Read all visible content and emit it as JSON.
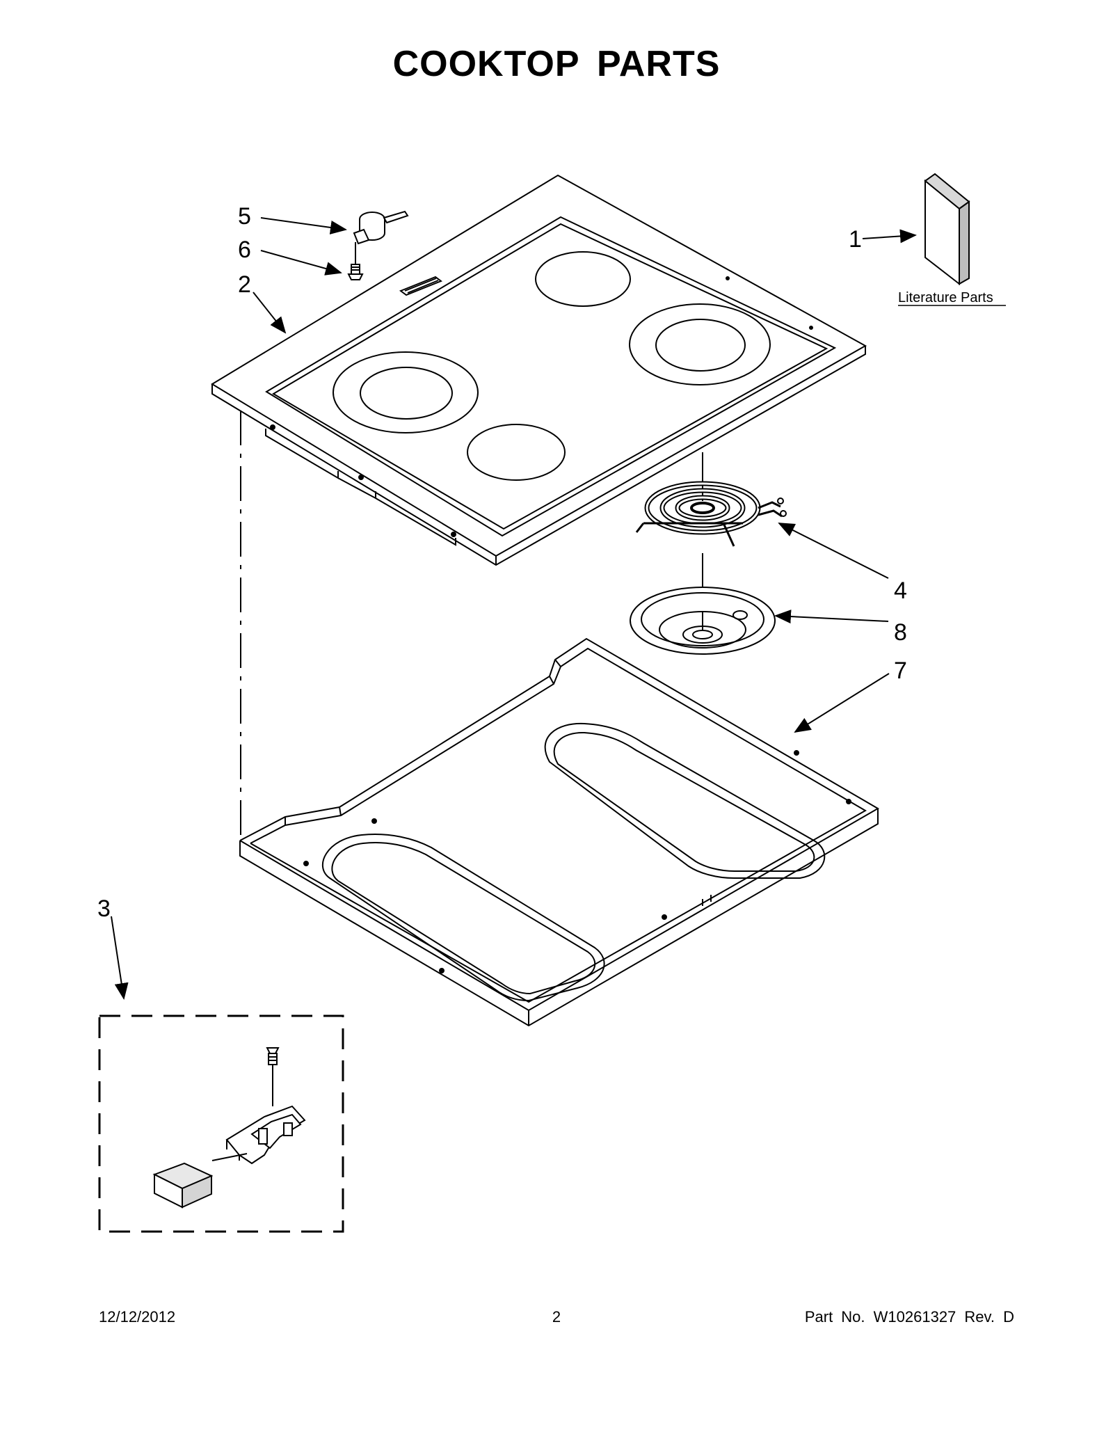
{
  "title": "COOKTOP  PARTS",
  "callouts": {
    "c1": "1",
    "c2": "2",
    "c3": "3",
    "c4": "4",
    "c5": "5",
    "c6": "6",
    "c7": "7",
    "c8": "8"
  },
  "literature_label": "Literature Parts",
  "footer": {
    "date": "12/12/2012",
    "page": "2",
    "part_no": "Part No.  W10261327  Rev.  D"
  }
}
